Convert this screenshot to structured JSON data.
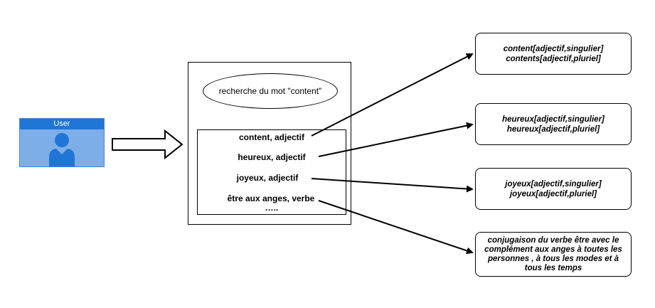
{
  "user": {
    "label": "User"
  },
  "search": {
    "label": "recherche du mot \"content\""
  },
  "results": [
    "content, adjectif",
    "heureux, adjectif",
    "joyeux, adjectif",
    "être aux anges, verbe",
    "….."
  ],
  "outputs": [
    {
      "lines": [
        "content[adjectif,singulier]",
        "contents[adjectif,pluriel]"
      ]
    },
    {
      "lines": [
        "heureux[adjectif,singulier]",
        "heureux[adjectif,pluriel]"
      ]
    },
    {
      "lines": [
        "joyeux[adjectif,singulier]",
        "joyeux[adjectif,pluriel]"
      ]
    },
    {
      "lines": [
        "conjugaison du verbe être  avec le",
        "complément aux anges à toutes les",
        "personnes , à tous les modes et à",
        "tous les temps"
      ]
    }
  ],
  "colors": {
    "user_header": "#1f76d6",
    "user_body": "#7eaee8",
    "user_avatar": "#1f76d6"
  }
}
